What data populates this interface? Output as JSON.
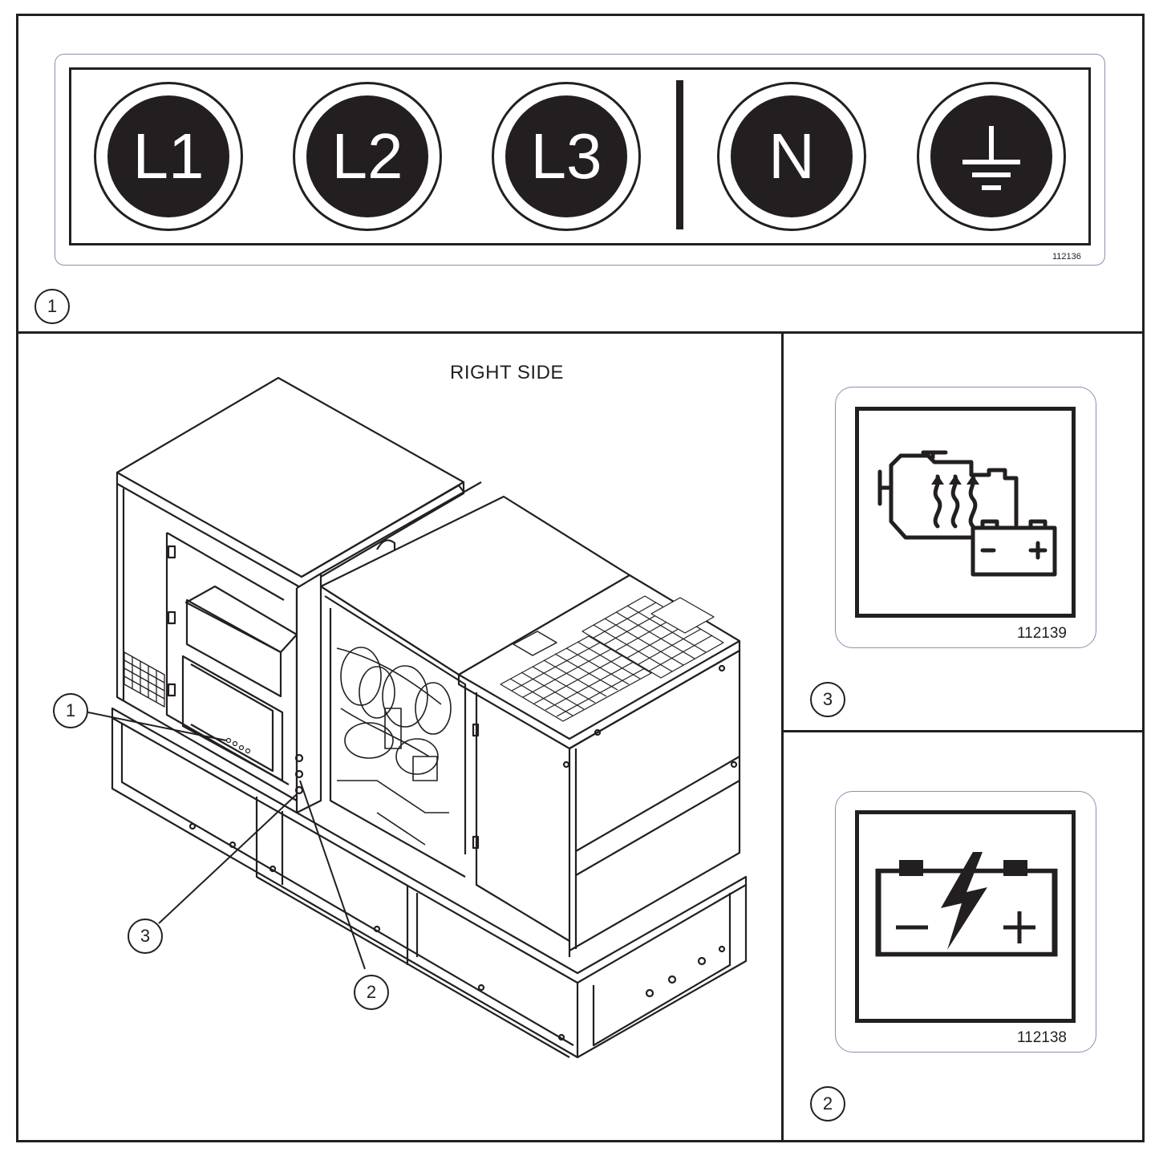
{
  "decal_1": {
    "terminals": [
      "L1",
      "L2",
      "L3",
      "N"
    ],
    "ground_icon": "ground-symbol-icon",
    "part_number": "112136",
    "callout": "1"
  },
  "main_view": {
    "title": "RIGHT SIDE",
    "callouts": [
      "1",
      "3",
      "2"
    ]
  },
  "decal_3": {
    "icon": "engine-coolant-heater-battery-icon",
    "part_number": "112139",
    "callout": "3"
  },
  "decal_2": {
    "icon": "battery-charging-icon",
    "part_number": "112138",
    "callout": "2"
  },
  "colors": {
    "ink": "#231f20",
    "decal_outline": "#8a8fb0"
  }
}
